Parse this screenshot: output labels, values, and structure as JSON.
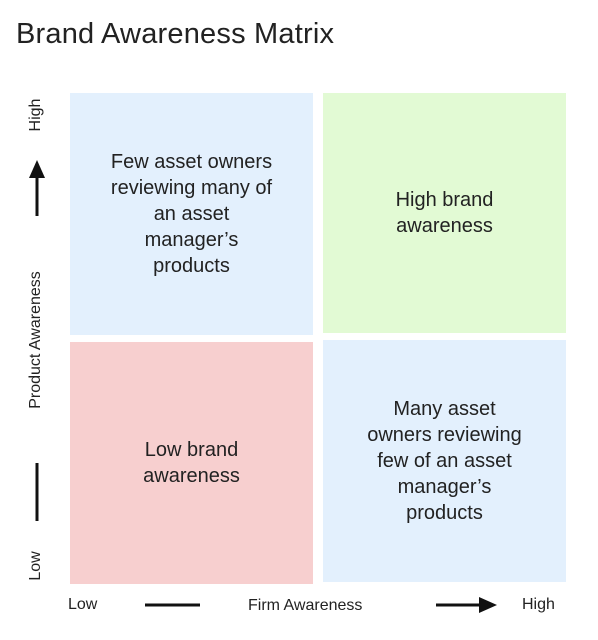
{
  "title": "Brand Awareness Matrix",
  "quadrants": {
    "top_left": {
      "text": "Few asset owners reviewing many of an asset manager’s products",
      "color": "#e3f0fd"
    },
    "top_right": {
      "text": "High brand awareness",
      "color": "#e2fad4"
    },
    "bottom_left": {
      "text": "Low brand awareness",
      "color": "#f7cfcf"
    },
    "bottom_right": {
      "text": "Many asset owners reviewing few of an asset manager’s products",
      "color": "#e3f0fd"
    }
  },
  "y_axis": {
    "label": "Product Awareness",
    "high": "High",
    "low": "Low"
  },
  "x_axis": {
    "label": "Firm Awareness",
    "low": "Low",
    "high": "High"
  }
}
